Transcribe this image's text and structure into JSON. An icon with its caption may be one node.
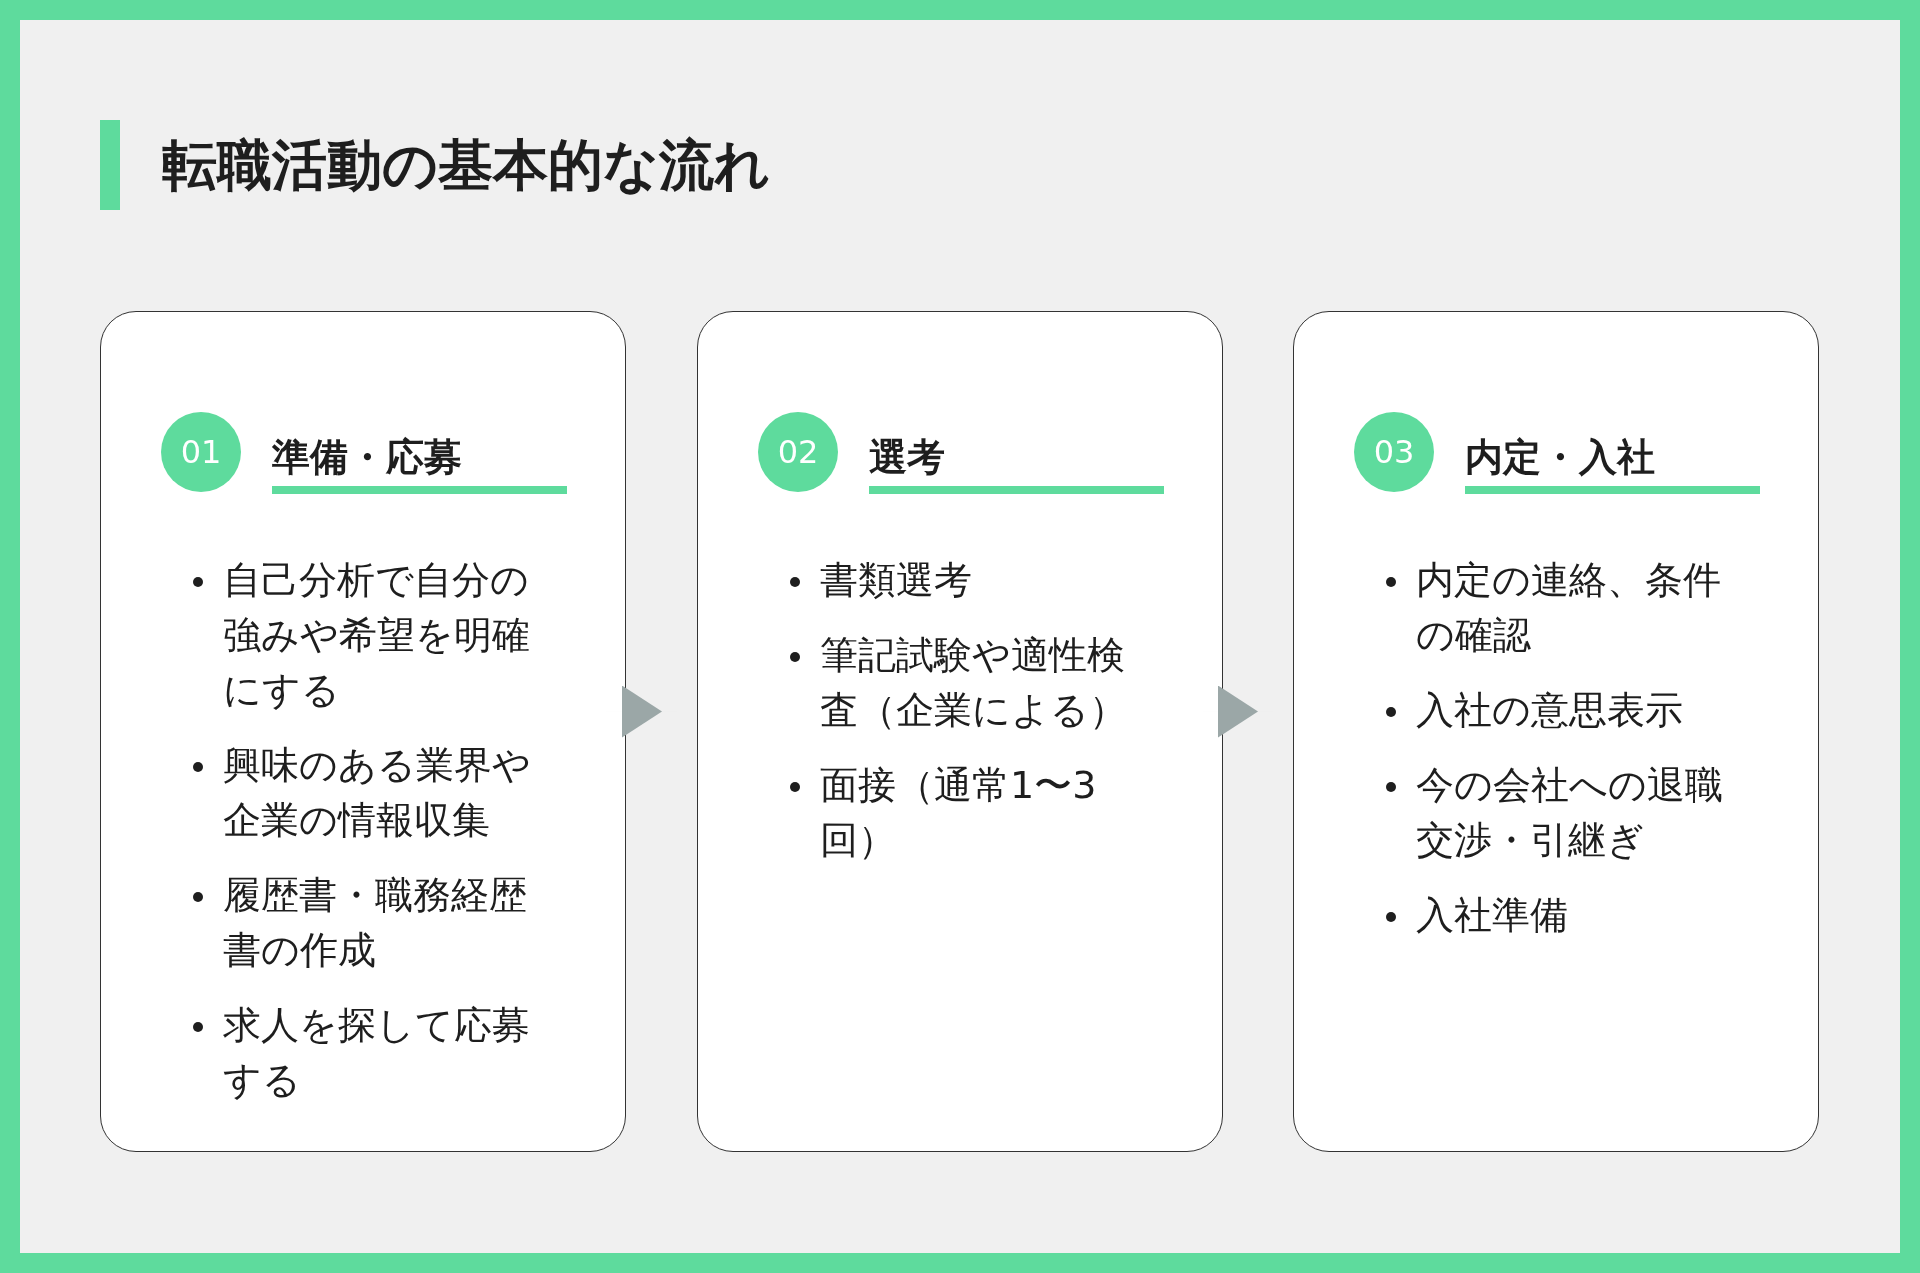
{
  "diagram": {
    "title": "転職活動の基本的な流れ",
    "nodes": [
      {
        "text": [
          "準備・応募",
          "自己分析で自分の強みや希望を明確にする",
          "興味のある業界や企業の情報収集",
          "履歴書・職務経歴書の作成",
          "求人を探して応募する"
        ]
      },
      {
        "text": [
          "01"
        ],
        "in": 0
      },
      {
        "text": [
          "選考",
          "書類選考",
          "筆記試験や適性検査（企業による）",
          "面接（通常1〜3回）"
        ]
      },
      {
        "text": [
          "02"
        ],
        "in": 2
      },
      {
        "text": [
          "内定・入社",
          "内定の連絡、条件の確認",
          "入社の意思表示",
          "今の会社への退職交渉・引継ぎ",
          "入社準備"
        ]
      },
      {
        "text": [
          "03"
        ],
        "in": 4
      }
    ],
    "edges": [
      {
        "from": 0,
        "to": 2,
        "arrow": "to"
      },
      {
        "from": 2,
        "to": 4,
        "arrow": "to"
      }
    ]
  }
}
